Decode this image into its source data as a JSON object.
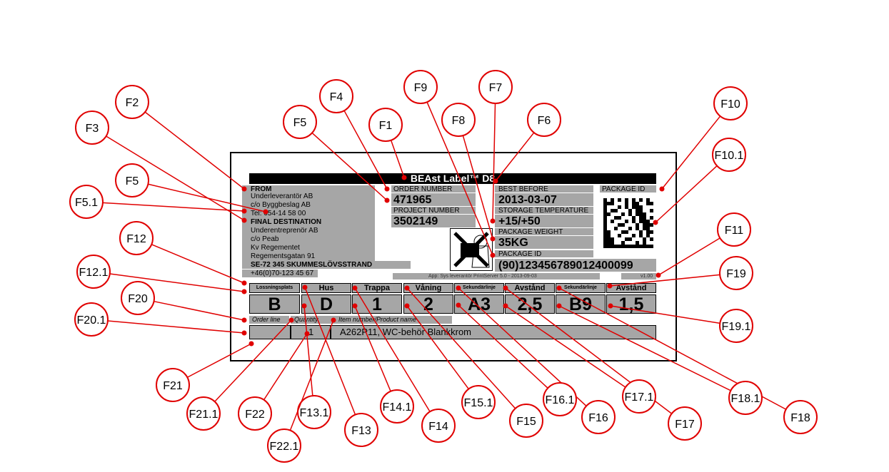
{
  "label": {
    "title": "BEAst Label™ D8",
    "from": {
      "heading": "FROM",
      "lines": [
        "Underleverantör AB",
        "c/o Byggbeslag AB",
        "Tel: 054-14 58 00"
      ]
    },
    "final_destination": {
      "heading": "FINAL DESTINATION",
      "lines": [
        "Underentreprenör AB",
        "c/o Peab",
        "Kv Regementet",
        "Regementsgatan 91",
        "SE-72 345 SKUMMESLÖVSSTRAND",
        "+46(0)70-123 45 67"
      ]
    },
    "order_number": {
      "label": "ORDER NUMBER",
      "value": "471965"
    },
    "project_number": {
      "label": "PROJECT NUMBER",
      "value": "3502149"
    },
    "best_before": {
      "label": "BEST BEFORE",
      "value": "2013-03-07"
    },
    "storage_temperature": {
      "label": "STORAGE TEMPERATURE",
      "value": "+15/+50"
    },
    "package_weight": {
      "label": "PACKAGE WEIGHT",
      "value": "35KG"
    },
    "package_id_sscc": {
      "label": "PACKAGE ID",
      "value": "(90)123456789012400099"
    },
    "package_id_2d": {
      "label": "PACKAGE ID"
    },
    "app_info": "App: Sys leverantör PrintServer 5.0 - 2013-09-03",
    "version": "v1.00",
    "location_headers": [
      "Lossningsplats",
      "Hus",
      "Trappa",
      "Våning",
      "Sekundärlinje",
      "Avstånd",
      "Sekundärlinje",
      "Avstånd"
    ],
    "location_values": [
      "B",
      "D",
      "1",
      "2",
      "A3",
      "2,5",
      "B9",
      "1,5"
    ],
    "product_headers": [
      "Order line",
      "Quantity",
      "Item number/Product name"
    ],
    "product_values": [
      "",
      "1",
      "A262P11, WC-behör Blankkrom"
    ]
  },
  "callouts": [
    "F1",
    "F2",
    "F3",
    "F4",
    "F5",
    "F5",
    "F5.1",
    "F6",
    "F7",
    "F8",
    "F9",
    "F10",
    "F10.1",
    "F11",
    "F12",
    "F12.1",
    "F13",
    "F13.1",
    "F14",
    "F14.1",
    "F15",
    "F15.1",
    "F16",
    "F16.1",
    "F17",
    "F17.1",
    "F18",
    "F18.1",
    "F19",
    "F19.1",
    "F20",
    "F20.1",
    "F21",
    "F21.1",
    "F22",
    "F22.1"
  ],
  "colors": {
    "callout": "#e00000",
    "field": "#a6a6a6",
    "frame": "#000000"
  }
}
